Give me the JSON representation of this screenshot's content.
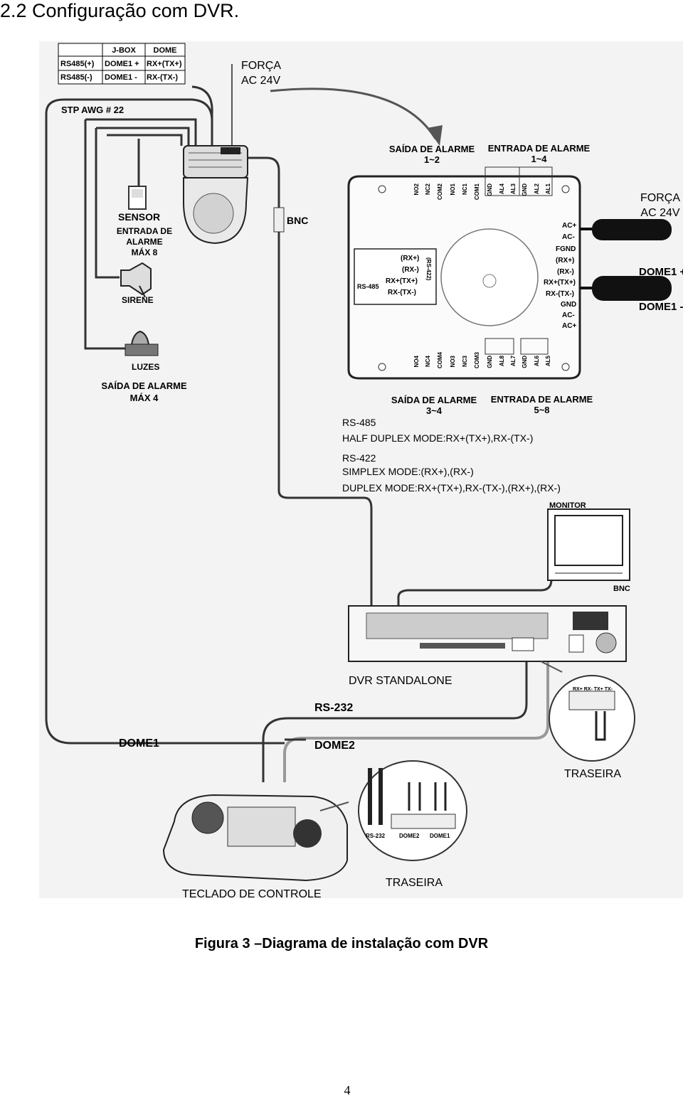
{
  "heading": "2.2 Configuração com DVR.",
  "jbox_table": {
    "headers": [
      "",
      "J-BOX",
      "DOME"
    ],
    "rows": [
      [
        "RS485(+)",
        "DOME1 +",
        "RX+(TX+)"
      ],
      [
        "RS485(-)",
        "DOME1 -",
        "RX-(TX-)"
      ]
    ]
  },
  "labels": {
    "forca_top_1": "FORÇA",
    "forca_top_2": "AC 24V",
    "stp": "STP AWG # 22",
    "saida_alarme_12_1": "SAÍDA DE ALARME",
    "saida_alarme_12_2": "1~2",
    "entrada_alarme_14_1": "ENTRADA DE ALARME",
    "entrada_alarme_14_2": "1~4",
    "forca_right_1": "FORÇA",
    "forca_right_2": "AC 24V",
    "sensor": "SENSOR",
    "entrada_max8_1": "ENTRADA DE",
    "entrada_max8_2": "ALARME",
    "entrada_max8_3": "MÁX 8",
    "bnc": "BNC",
    "sirene": "SIRENE",
    "luzes": "LUZES",
    "saida_max4_1": "SAÍDA DE ALARME",
    "saida_max4_2": "MÁX 4",
    "dome1_plus": "DOME1 +",
    "dome1_minus": "DOME1 -",
    "saida_alarme_34_1": "SAÍDA DE ALARME",
    "saida_alarme_34_2": "3~4",
    "entrada_alarme_58_1": "ENTRADA DE ALARME",
    "entrada_alarme_58_2": "5~8",
    "rs485_title": "RS-485",
    "rs485_mode": "HALF DUPLEX MODE:RX+(TX+),RX-(TX-)",
    "rs422_title": "RS-422",
    "rs422_simplex": "SIMPLEX MODE:(RX+),(RX-)",
    "rs422_duplex": "DUPLEX MODE:RX+(TX+),RX-(TX-),(RX+),(RX-)",
    "monitor": "MONITOR",
    "bnc_monitor": "BNC",
    "dvr": "DVR STANDALONE",
    "rs232": "RS-232",
    "dome1": "DOME1",
    "dome2": "DOME2",
    "traseira_right": "TRASEIRA",
    "teclado": "TECLADO DE CONTROLE",
    "traseira_bottom": "TRASEIRA",
    "kb_rs232": "RS-232",
    "kb_dome2": "DOME2",
    "kb_dome1": "DOME1",
    "rear_pins": "RX+ RX- TX+ TX-"
  },
  "board": {
    "top_terminals": [
      "NO2",
      "NC2",
      "COM2",
      "NO1",
      "NC1",
      "COM1",
      "GND",
      "AL4",
      "AL3",
      "GND",
      "AL2",
      "AL1"
    ],
    "bottom_terminals": [
      "NO4",
      "NC4",
      "COM4",
      "NO3",
      "NC3",
      "COM3",
      "GND",
      "AL8",
      "AL7",
      "GND",
      "AL6",
      "AL5"
    ],
    "right_terminals": [
      "AC+",
      "AC-",
      "FGND",
      "(RX+)",
      "(RX-)",
      "RX+(TX+)",
      "RX-(TX-)",
      "GND",
      "AC-",
      "AC+"
    ],
    "rs_box_lines": [
      "(RX+)",
      "(RX-)",
      "RX+(TX+)",
      "RX-(TX-)"
    ],
    "rs_box_left": "RS-485",
    "rs_box_right": "(RS-422)"
  },
  "caption": "Figura 3 –Diagrama de instalação com DVR",
  "page_number": "4"
}
